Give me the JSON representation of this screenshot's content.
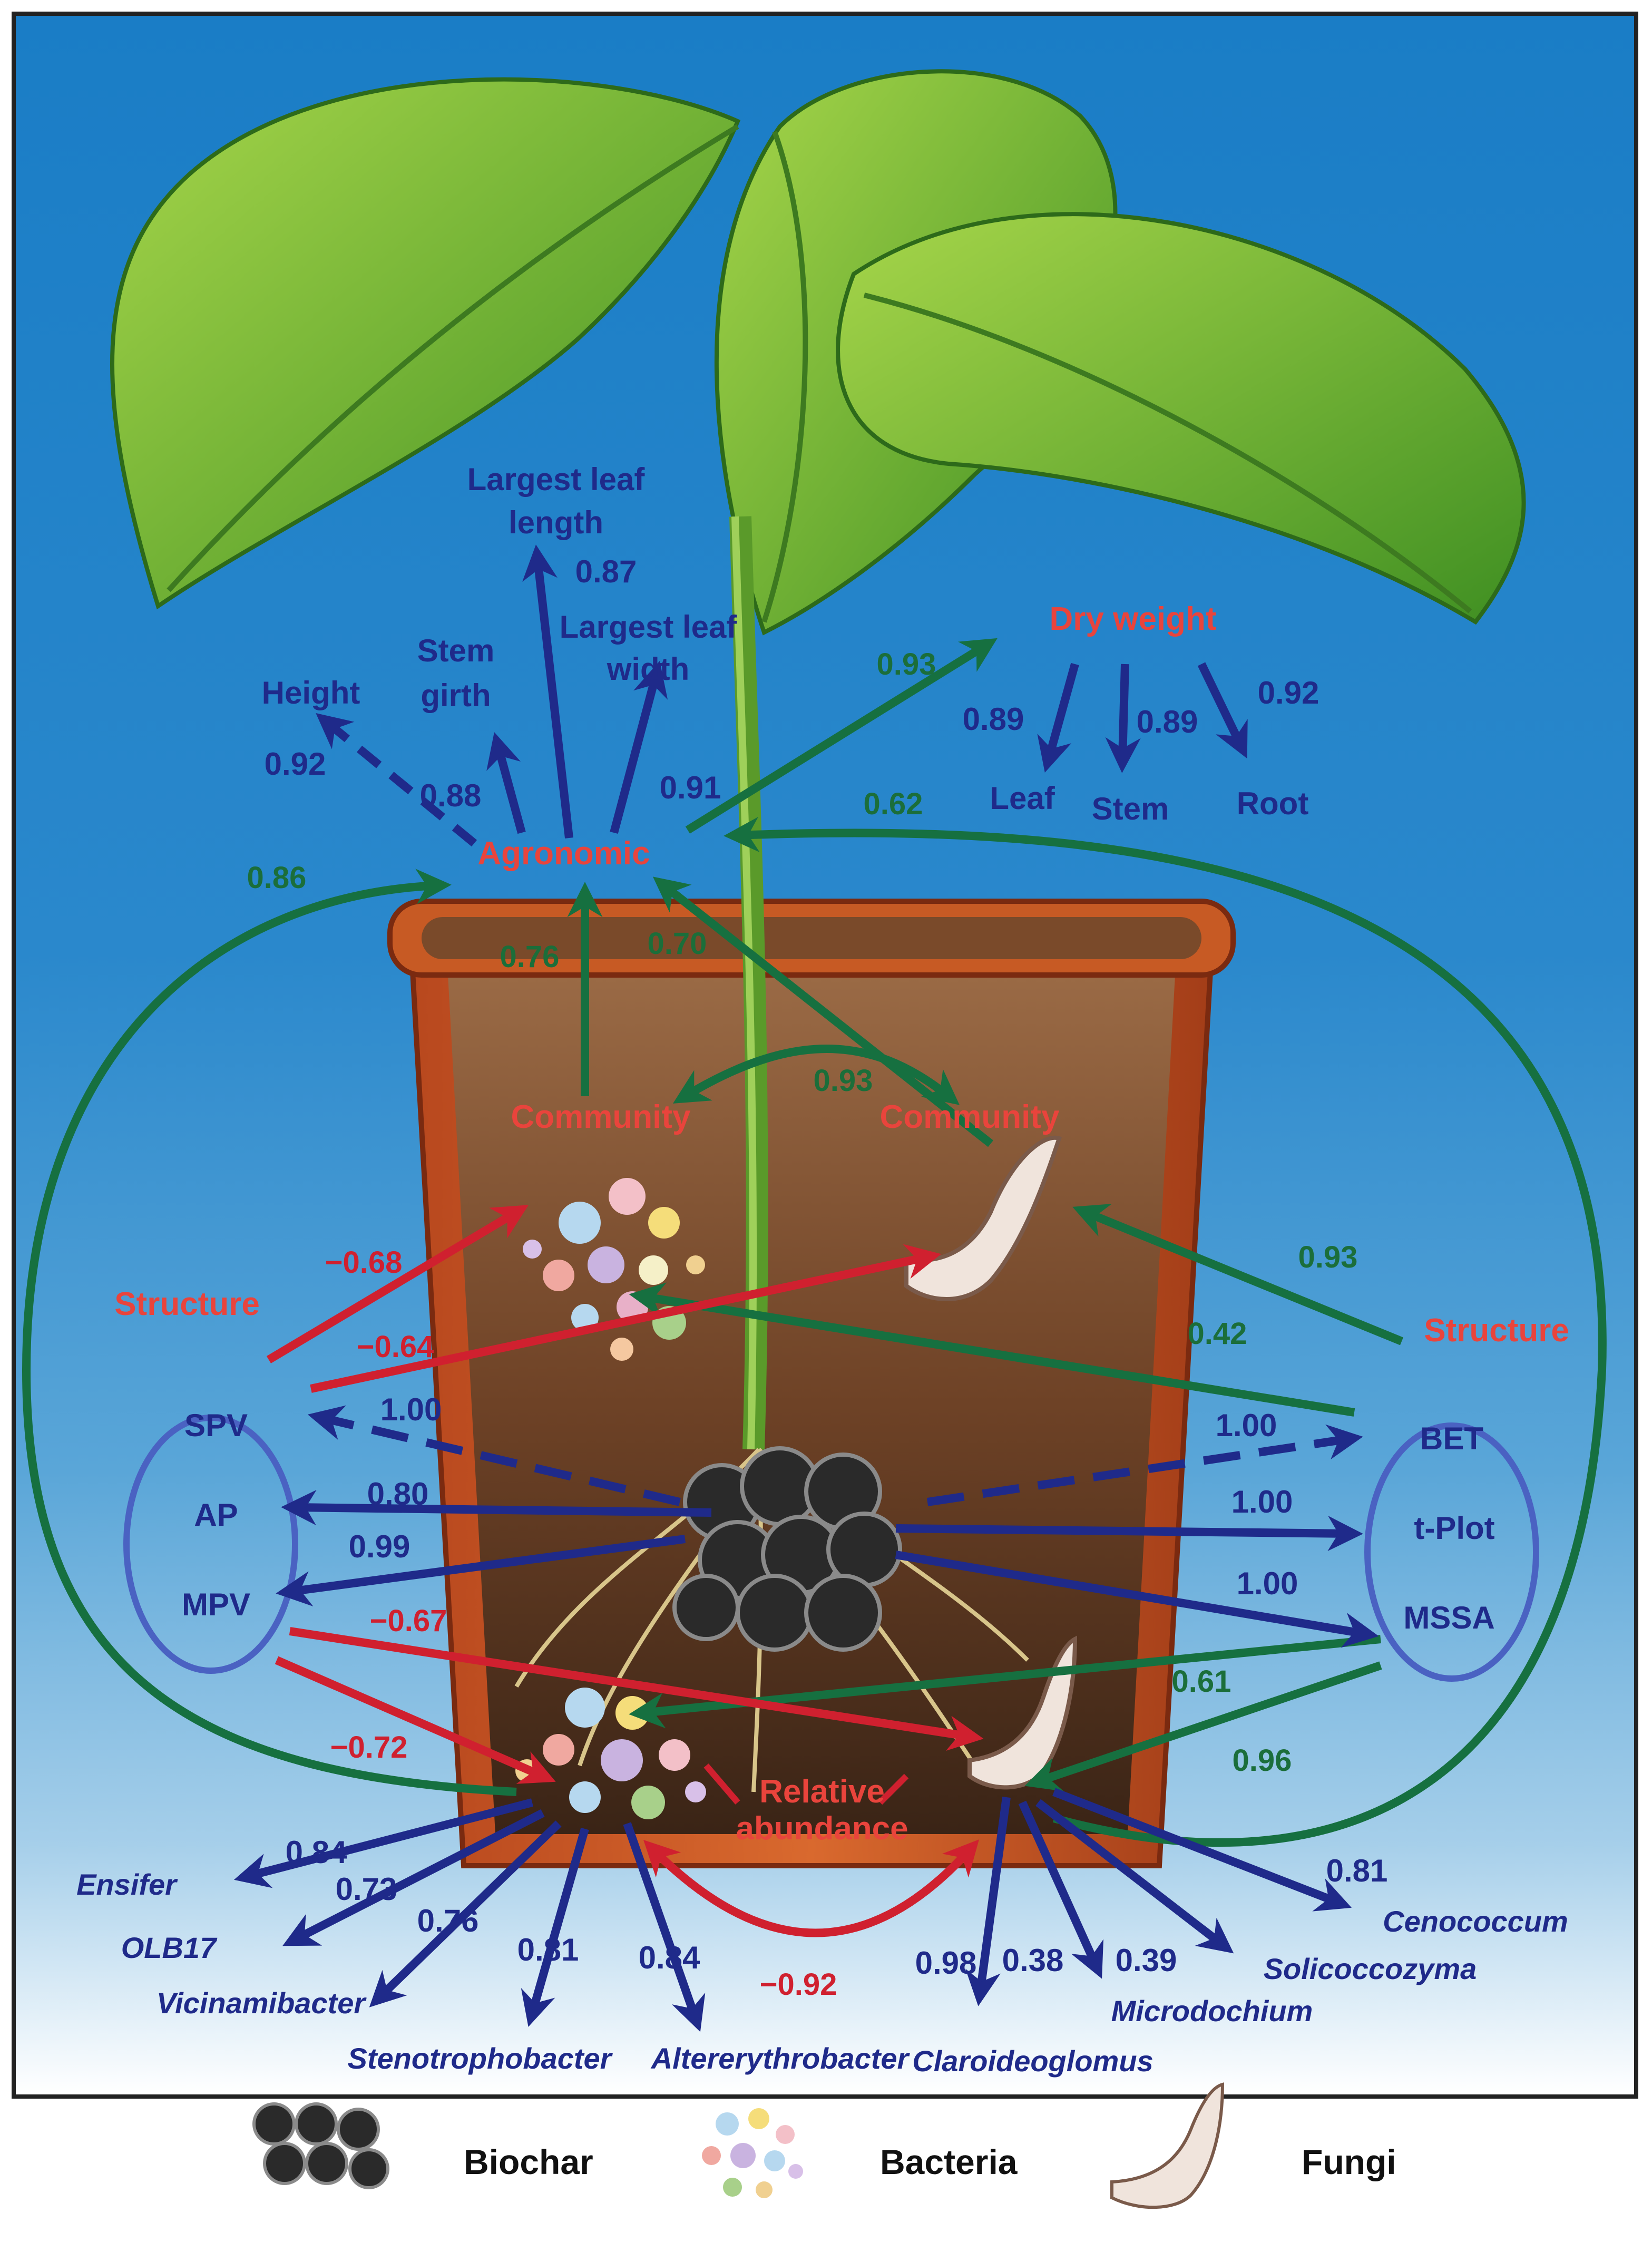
{
  "colors": {
    "blue_arrow": "#1f2a8a",
    "green_arrow": "#167040",
    "red_arrow": "#d0202f",
    "node_label": "#e9443c",
    "ellipse": "#4a62c2"
  },
  "labels": {
    "agronomic": "Agronomic",
    "community_left": "Community",
    "community_right": "Community",
    "structure_left": "Structure",
    "structure_right": "Structure",
    "dry_weight": "Dry weight",
    "relative_abundance_1": "Relative",
    "relative_abundance_2": "abundance"
  },
  "agronomic_traits": {
    "height": "Height",
    "stem_girth_1": "Stem",
    "stem_girth_2": "girth",
    "leaf_length_1": "Largest leaf",
    "leaf_length_2": "length",
    "leaf_width_1": "Largest leaf",
    "leaf_width_2": "width"
  },
  "dry_weight_parts": {
    "leaf": "Leaf",
    "stem": "Stem",
    "root": "Root"
  },
  "structure_left_vars": [
    "SPV",
    "AP",
    "MPV"
  ],
  "structure_right_vars": [
    "BET",
    "t-Plot",
    "MSSA"
  ],
  "bacteria_genera": [
    "Ensifer",
    "OLB17",
    "Vicinamibacter",
    "Stenotrophobacter",
    "Altererythrobacter"
  ],
  "fungi_genera": [
    "Claroideoglomus",
    "Microdochium",
    "Solicoccozyma",
    "Cenococcum"
  ],
  "coefficients": {
    "height": "0.92",
    "stem_girth": "0.88",
    "leaf_length": "0.87",
    "leaf_width": "0.91",
    "dry_weight": "0.93",
    "dw_leaf": "0.89",
    "dw_stem": "0.89",
    "dw_root": "0.92",
    "ra_to_agro_left": "0.86",
    "ra_to_agro_right": "0.62",
    "comm_left_agro": "0.76",
    "comm_right_agro": "0.70",
    "comm_comm": "0.93",
    "struct_l_bact": "−0.68",
    "struct_l_fungi": "−0.64",
    "struct_r_fungi": "0.93",
    "struct_r_bact": "0.42",
    "spv": "1.00",
    "ap": "0.80",
    "mpv": "0.99",
    "bet": "1.00",
    "tplot": "1.00",
    "mssa": "1.00",
    "ra_l_fungi": "−0.67",
    "ra_l_bact": "−0.72",
    "ra_r_bact": "0.61",
    "ra_r_fungi": "0.96",
    "ra_ra": "−0.92",
    "ensifer": "0.84",
    "olb17": "0.73",
    "vicinamibacter": "0.76",
    "stenotrophobacter": "0.81",
    "altererythrobacter": "0.84",
    "claroideoglomus": "0.98",
    "microdochium": "0.38",
    "solicoccozyma": "0.39",
    "cenococcum": "0.81"
  },
  "legend": {
    "biochar": "Biochar",
    "bacteria": "Bacteria",
    "fungi": "Fungi"
  }
}
